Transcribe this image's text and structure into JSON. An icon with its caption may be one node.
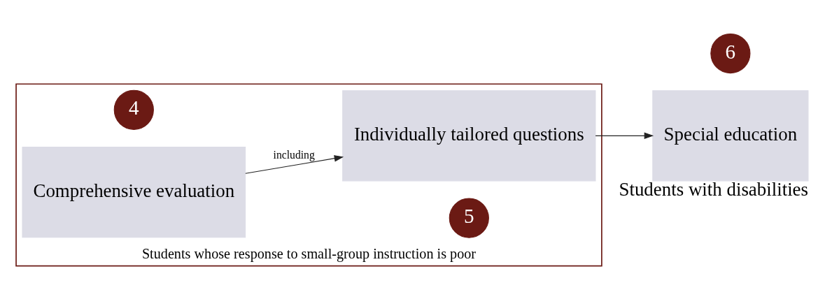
{
  "diagram": {
    "nodes": [
      {
        "text": [
          "Students whose response to small-group instruction is poor"
        ]
      },
      {
        "text": [
          "4"
        ],
        "in": 0
      },
      {
        "text": [
          "Comprehensive evaluation"
        ],
        "in": 0
      },
      {
        "text": [
          "5"
        ],
        "in": 0
      },
      {
        "text": [
          "Individually tailored questions"
        ],
        "in": 0
      },
      {
        "text": [
          "6"
        ]
      },
      {
        "text": [
          "Special education"
        ],
        "beside": [
          "Students with disabilities"
        ]
      }
    ],
    "edges": [
      {
        "from": 2,
        "to": 4,
        "arrow": "to",
        "label": "including"
      },
      {
        "from": 4,
        "to": 6,
        "arrow": "to"
      }
    ]
  }
}
